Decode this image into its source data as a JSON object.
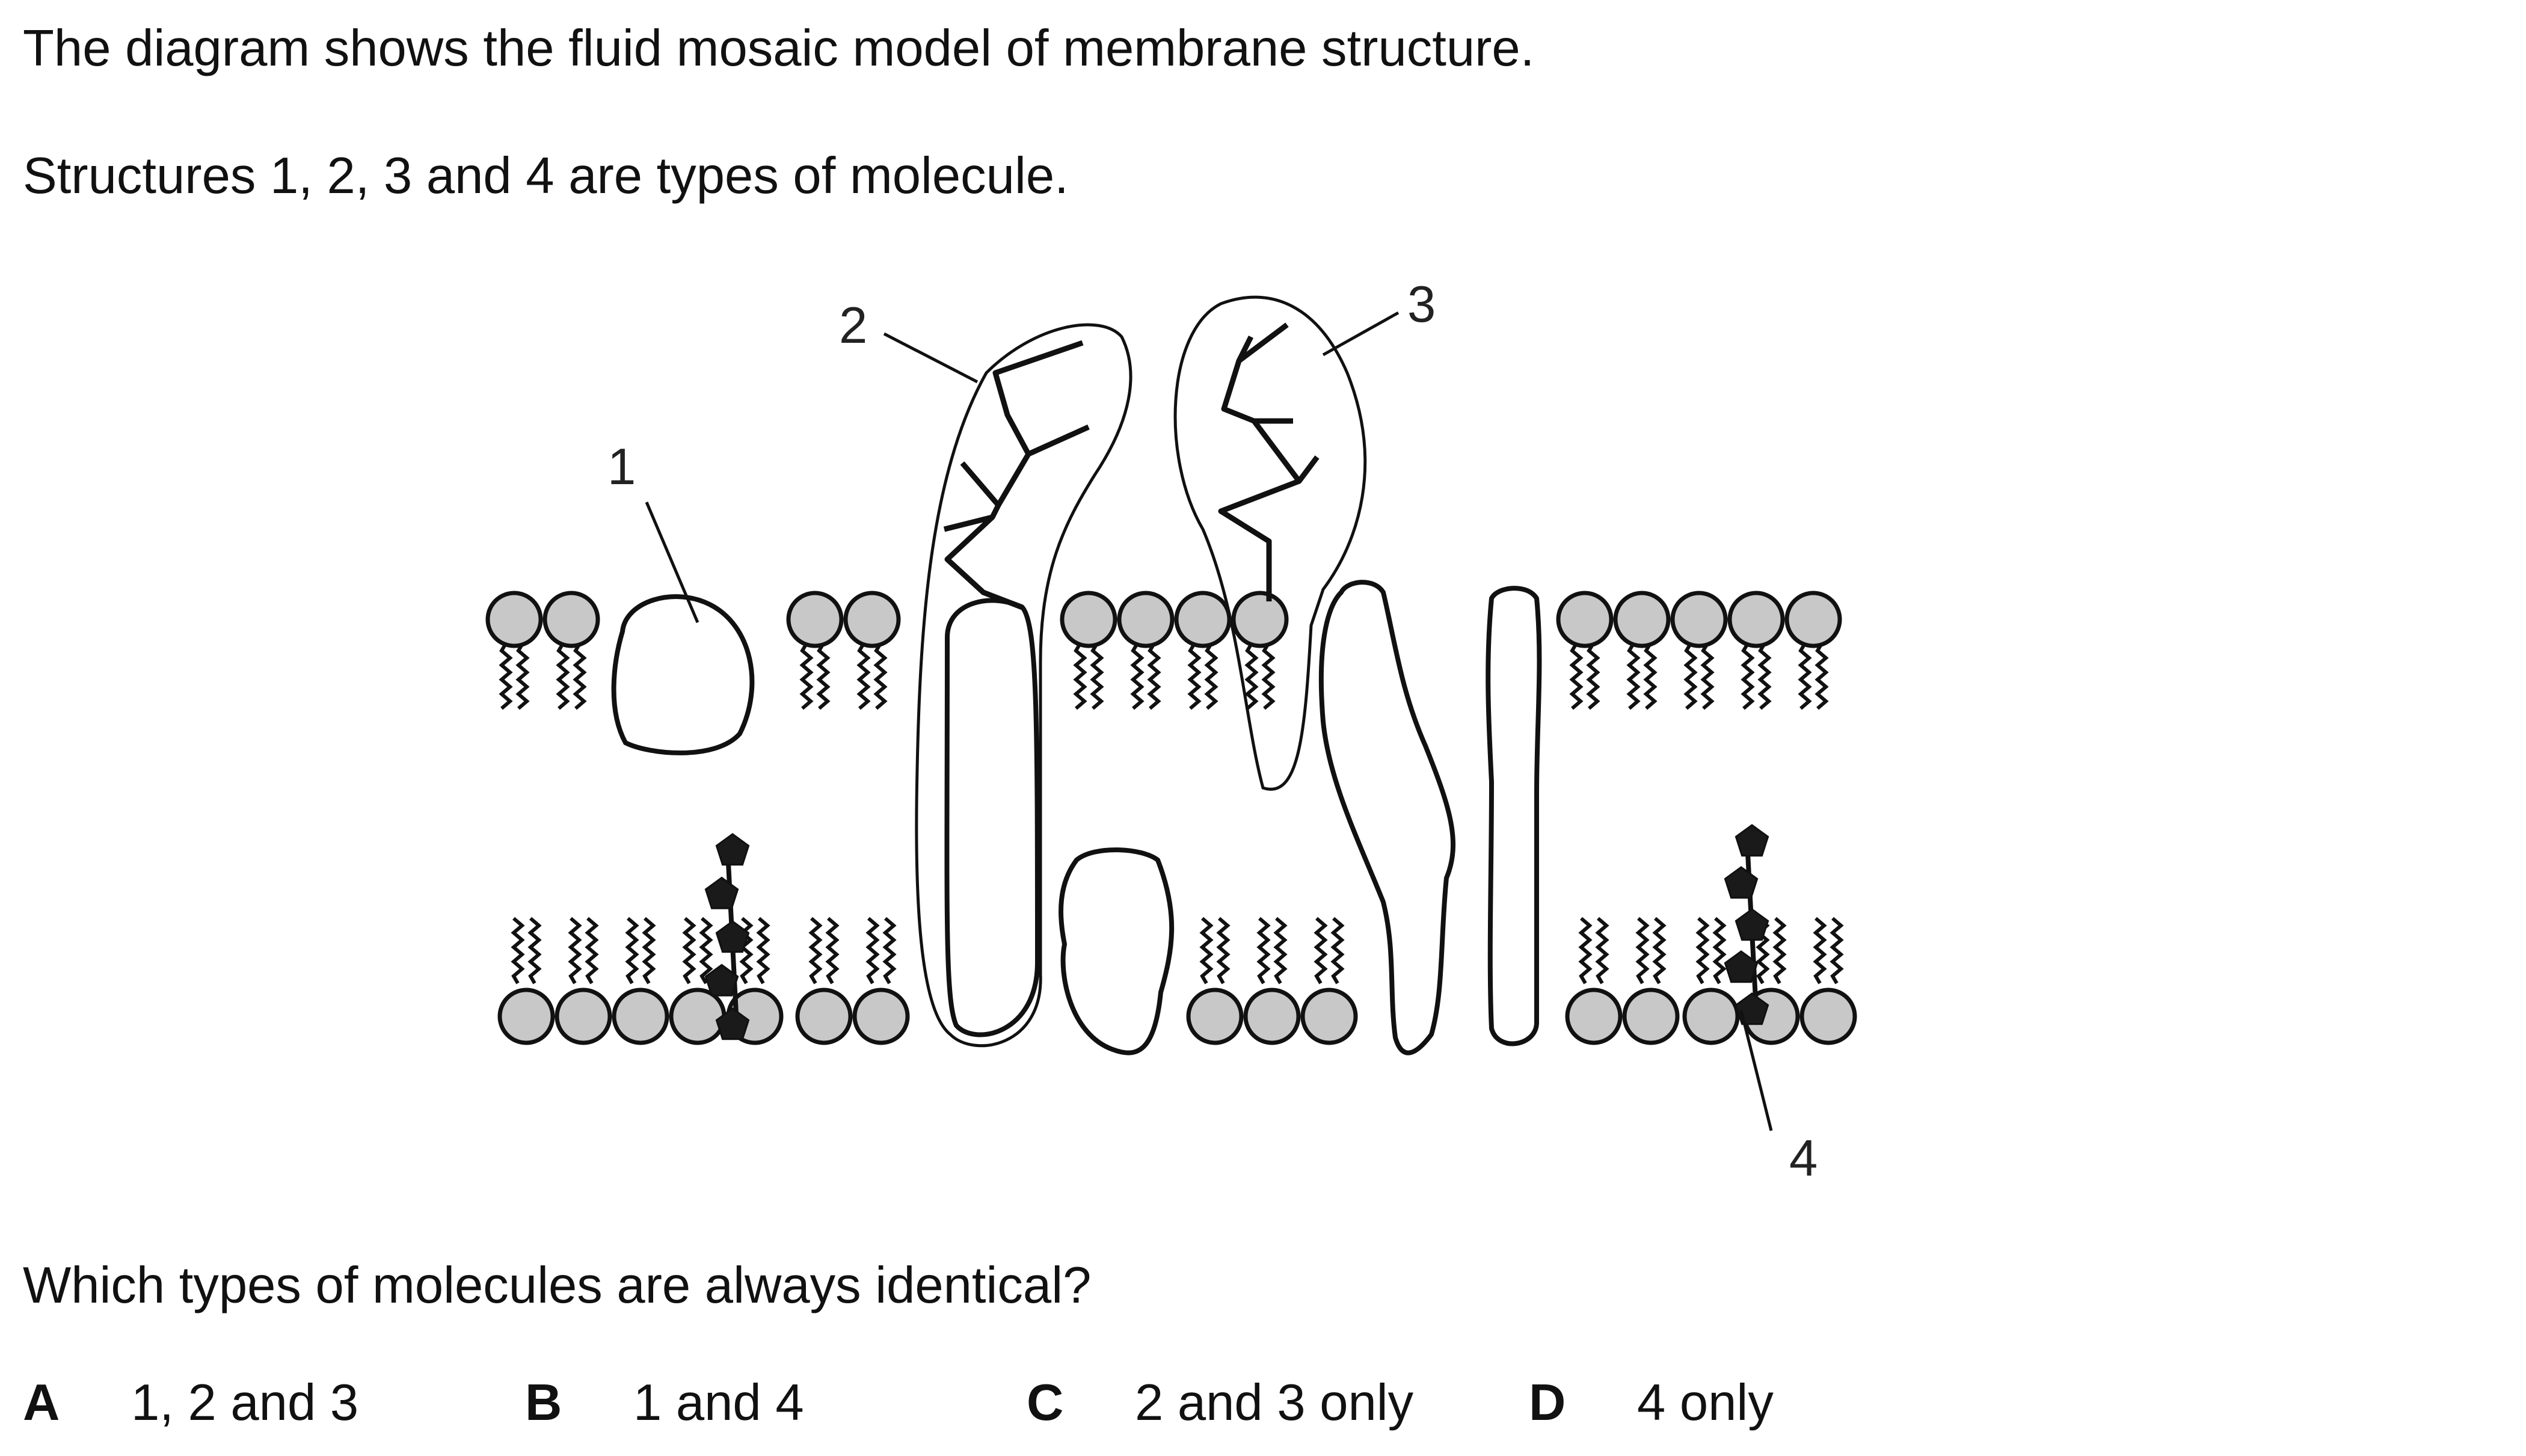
{
  "intro": {
    "line1": "The diagram shows the fluid mosaic model of membrane structure.",
    "line2": "Structures 1, 2, 3 and 4 are types of molecule."
  },
  "diagram": {
    "labels": {
      "l1": "1",
      "l2": "2",
      "l3": "3",
      "l4": "4"
    }
  },
  "question": "Which types of molecules are always identical?",
  "options": [
    {
      "letter": "A",
      "text": "1, 2 and 3"
    },
    {
      "letter": "B",
      "text": "1 and 4"
    },
    {
      "letter": "C",
      "text": "2 and 3 only"
    },
    {
      "letter": "D",
      "text": "4 only"
    }
  ]
}
